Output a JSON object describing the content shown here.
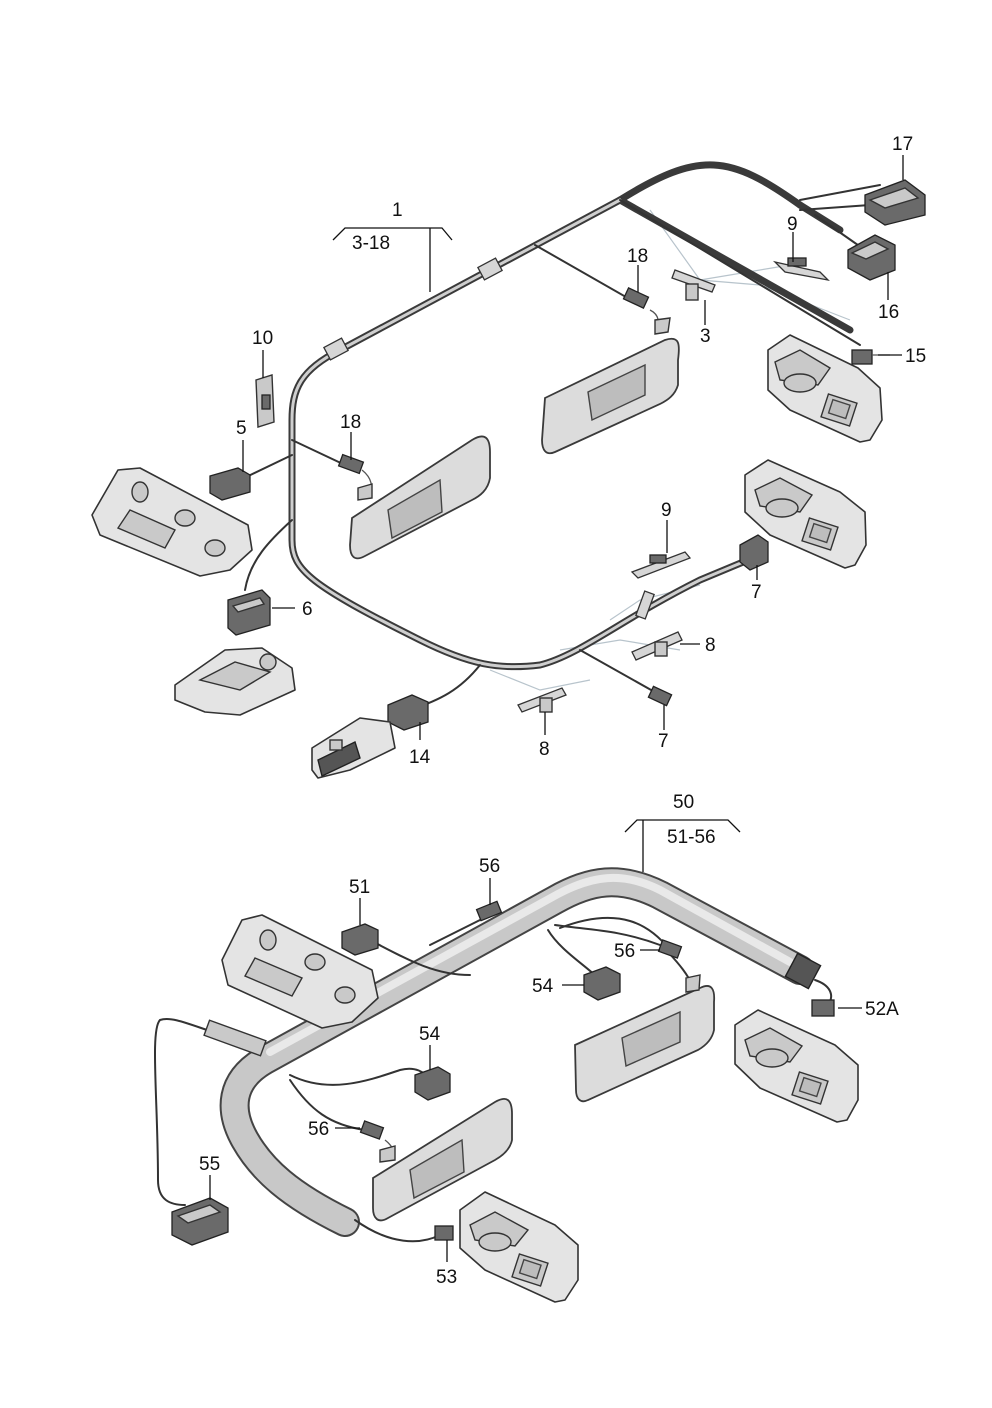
{
  "labels": {
    "l1": "1",
    "l3_18": "3-18",
    "l17": "17",
    "l9a": "9",
    "l18a": "18",
    "l3": "3",
    "l16": "16",
    "l15": "15",
    "l10": "10",
    "l5": "5",
    "l18b": "18",
    "l9b": "9",
    "l7a": "7",
    "l6": "6",
    "l8a": "8",
    "l14": "14",
    "l8b": "8",
    "l7b": "7",
    "l50": "50",
    "l51_56": "51-56",
    "l51": "51",
    "l56a": "56",
    "l56b": "56",
    "l54a": "54",
    "l52a": "52A",
    "l54b": "54",
    "l56c": "56",
    "l55": "55",
    "l53": "53"
  }
}
